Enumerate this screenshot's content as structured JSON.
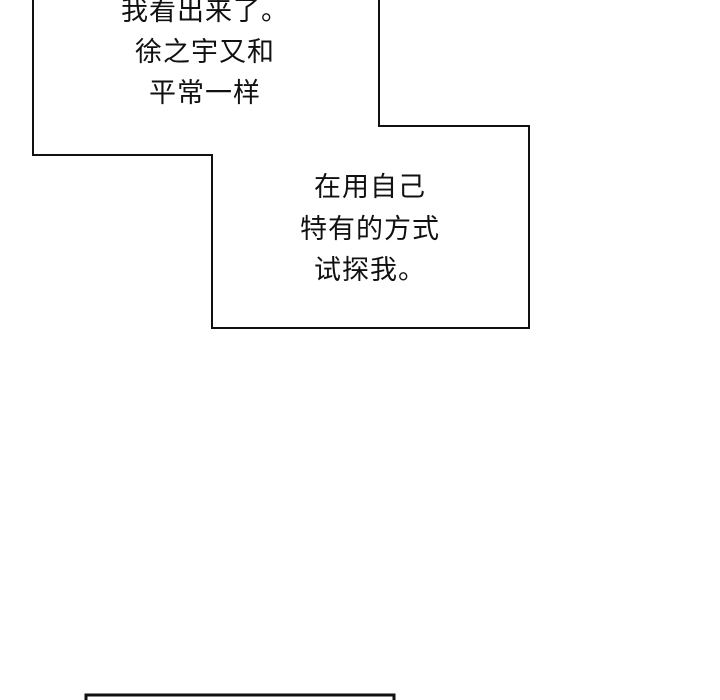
{
  "bubbles": [
    {
      "lines": [
        "我看出来了。",
        "徐之宇又和",
        "平常一样"
      ]
    },
    {
      "lines": [
        "在用自己",
        "特有的方式",
        "试探我。"
      ]
    }
  ],
  "colors": {
    "border": "#111111",
    "background": "#ffffff"
  }
}
